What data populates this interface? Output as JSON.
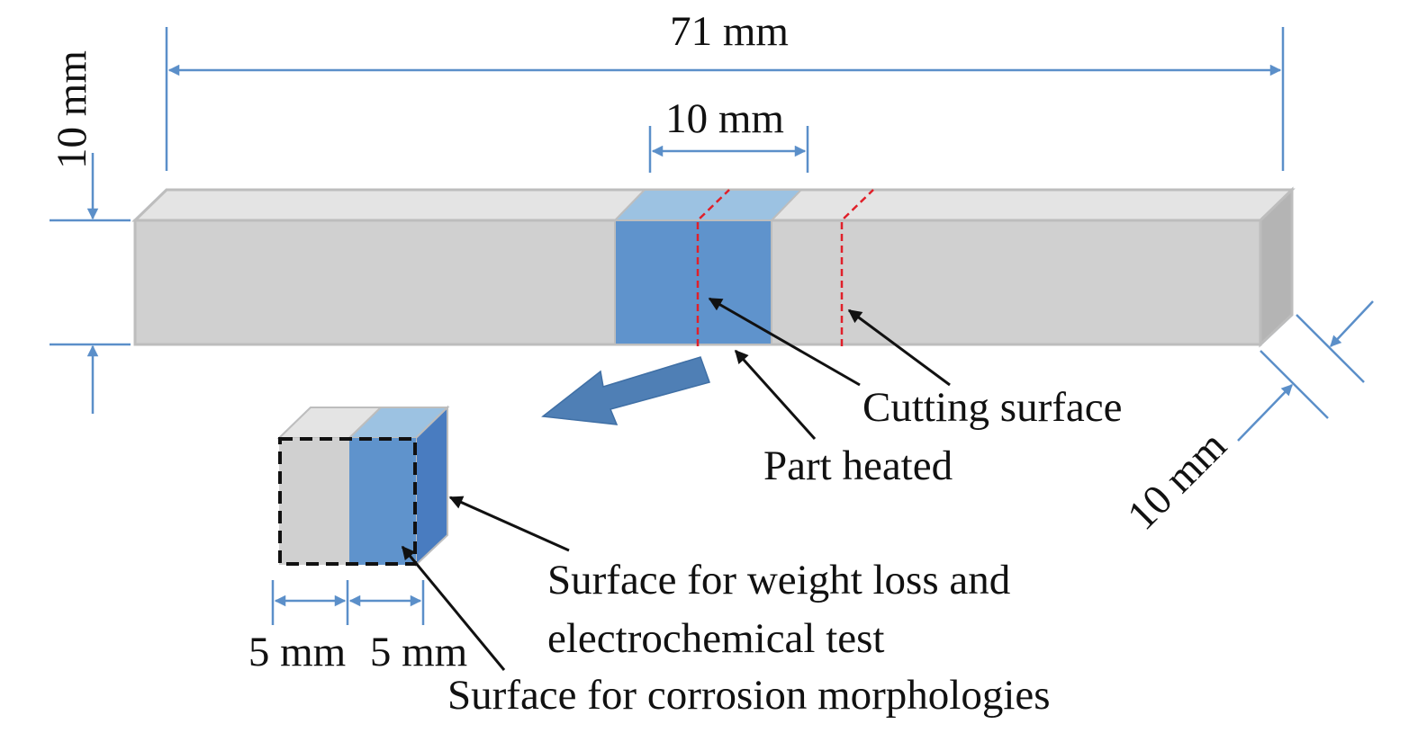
{
  "dimensions": {
    "length": "71 mm",
    "heated_width": "10 mm",
    "height": "10 mm",
    "depth": "10 mm",
    "half_left": "5 mm",
    "half_right": "5 mm"
  },
  "labels": {
    "cutting_surface": "Cutting surface",
    "part_heated": "Part heated",
    "weight_loss_line1": "Surface for weight loss and",
    "weight_loss_line2": "electrochemical test",
    "corrosion": "Surface for corrosion morphologies"
  },
  "colors": {
    "bar_front": "#d0d0d0",
    "bar_top": "#e4e4e4",
    "bar_side": "#b4b4b4",
    "heated_front": "#5e93cc",
    "heated_top": "#9cc2e2",
    "cube_side": "#4a7cc0",
    "dimension": "#5b8fc9",
    "cut_line": "#e0202a",
    "big_arrow": "#4f7fb5"
  }
}
